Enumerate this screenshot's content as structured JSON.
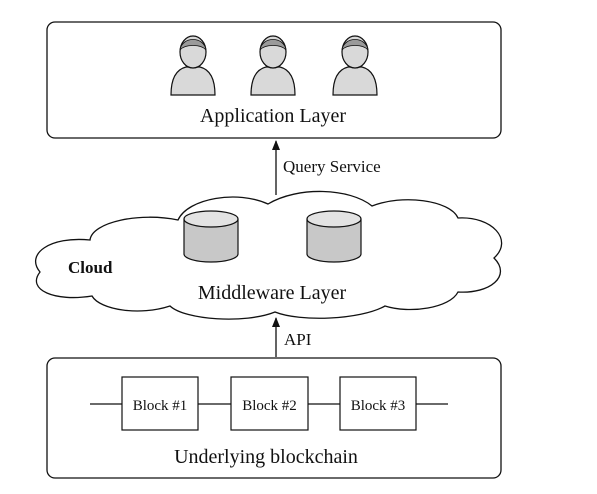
{
  "application_layer": {
    "label": "Application Layer",
    "user_icons": [
      "user-icon",
      "user-icon",
      "user-icon"
    ]
  },
  "query_arrow": {
    "label": "Query Service"
  },
  "cloud": {
    "label": "Cloud",
    "middleware_label": "Middleware Layer",
    "database_icons": [
      "database-icon",
      "database-icon"
    ]
  },
  "api_arrow": {
    "label": "API"
  },
  "blockchain": {
    "label": "Underlying blockchain",
    "blocks": [
      "Block #1",
      "Block #2",
      "Block #3"
    ]
  },
  "colors": {
    "stroke": "#111111",
    "user_fill": "#d9d9d9",
    "database_fill": "#c8c8c8",
    "background": "#ffffff"
  }
}
